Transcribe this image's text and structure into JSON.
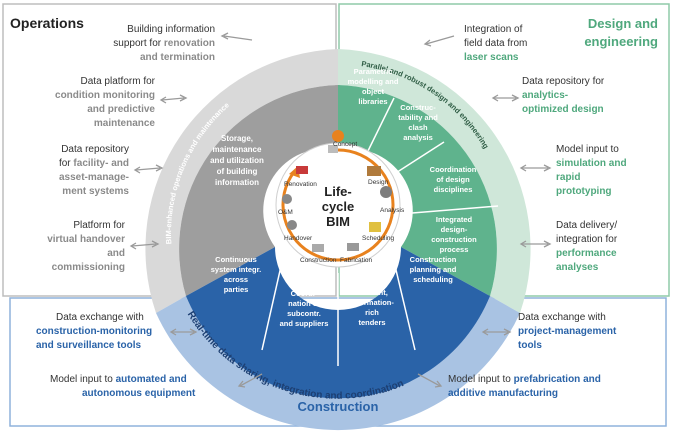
{
  "panels": {
    "operations": {
      "title": "Operations"
    },
    "design": {
      "title_line1": "Design and",
      "title_line2": "engineering"
    },
    "construction": {
      "title": "Construction"
    }
  },
  "left_items": [
    {
      "plain": "Building information",
      "plain2": "support for ",
      "accent": "renovation",
      "accent2": "and termination"
    },
    {
      "plain": "Data platform for",
      "accent": "condition monitoring",
      "accent2": "and predictive",
      "accent3": "maintenance"
    },
    {
      "plain": "Data repository",
      "plain2": "for ",
      "accent": "facility- and",
      "accent2": "asset-manage-",
      "accent3": "ment systems"
    },
    {
      "plain": "Platform for",
      "accent": "virtual handover",
      "accent2": "and",
      "accent3": "commissioning"
    }
  ],
  "right_items": [
    {
      "plain": "Integration of",
      "plain2": "field data from",
      "accent": "laser scans"
    },
    {
      "plain": "Data repository for",
      "accent": "analytics-",
      "accent2": "optimized design"
    },
    {
      "plain": "Model input to",
      "accent": "simulation and",
      "accent2": "rapid",
      "accent3": "prototyping"
    },
    {
      "plain": "Data delivery/",
      "plain2": "integration for",
      "accent": "performance",
      "accent2": "analyses"
    }
  ],
  "bottom_items": {
    "left1": {
      "plain": "Data exchange with",
      "accent": "construction-monitoring",
      "accent2": "and surveillance tools"
    },
    "left2": {
      "plain": "Model input to ",
      "accent": "automated and",
      "accent2": "autonomous equipment"
    },
    "right1": {
      "plain": "Data exchange with",
      "accent": "project-management",
      "accent2": "tools"
    },
    "right2": {
      "plain": "Model input to ",
      "accent": "prefabrication and",
      "accent2": "additive manufacturing"
    }
  },
  "ring_labels": {
    "left_arc": "BIM-enhanced operations and maintenance",
    "right_arc": "Parallel and robust  design and engineering",
    "bottom_arc": "Real-time data sharing, integration and coordination"
  },
  "segments": {
    "ops_center": [
      "Storage,",
      "maintenance",
      "and utilization",
      "of building",
      "information"
    ],
    "design": [
      [
        "Parametric",
        "modelling and",
        "object",
        "libraries"
      ],
      [
        "Construc-",
        "tability and",
        "clash",
        "analysis"
      ],
      [
        "Coordination",
        "of design",
        "disciplines"
      ],
      [
        "Integrated",
        "design-",
        "construction",
        "process"
      ]
    ],
    "construction": [
      [
        "Construction",
        "planning and",
        "scheduling"
      ],
      [
        "Efficient,",
        "information-",
        "rich",
        "tenders"
      ],
      [
        "Coordi-",
        "nation of",
        "subcontr.",
        "and suppliers"
      ],
      [
        "Continuous",
        "system integr.",
        "across",
        "parties"
      ]
    ]
  },
  "center": {
    "title1": "Life-",
    "title2": "cycle",
    "title3": "BIM",
    "stages": [
      "Concept",
      "Design",
      "Analysis",
      "Scheduling",
      "Fabrication",
      "Construction",
      "Handover",
      "O&M",
      "Renovation"
    ]
  },
  "colors": {
    "ops": "#9e9e9e",
    "ops_light": "#d9d9d9",
    "design": "#5fb38d",
    "design_light": "#cfe7d9",
    "construction": "#2a63a8",
    "construction_light": "#a9c3e3",
    "orange": "#e8821e",
    "accent_grey": "#8a8a8a"
  }
}
